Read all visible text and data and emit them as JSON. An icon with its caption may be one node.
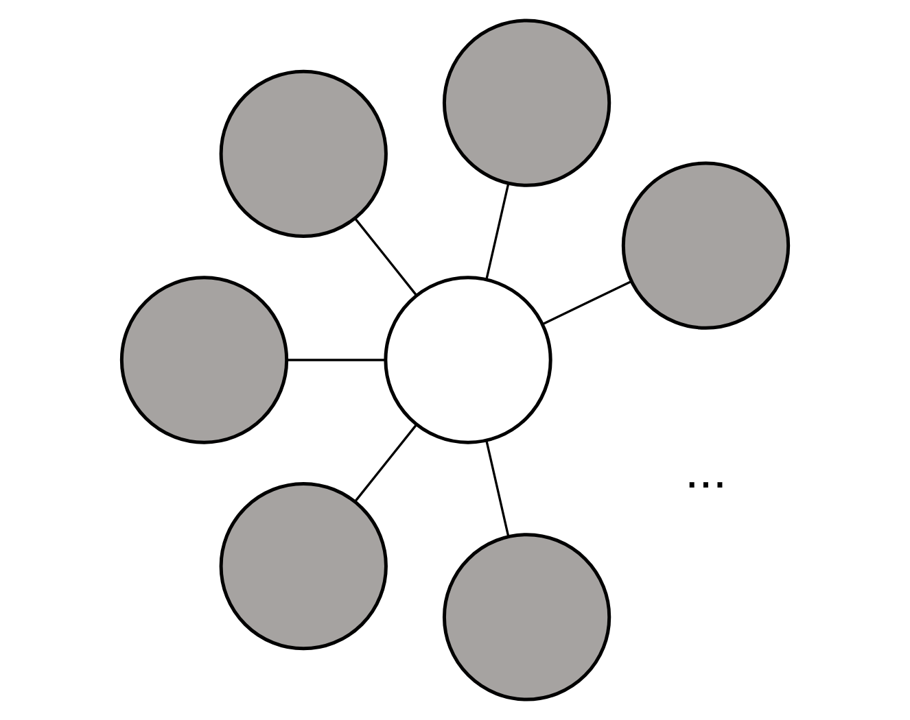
{
  "diagram": {
    "nodes": [
      {
        "text": [],
        "shape": "circle"
      },
      {
        "text": [],
        "shape": "circle"
      },
      {
        "text": [],
        "shape": "circle"
      },
      {
        "text": [],
        "shape": "circle"
      },
      {
        "text": [],
        "shape": "circle"
      },
      {
        "text": [],
        "shape": "circle"
      },
      {
        "text": [],
        "shape": "circle"
      }
    ],
    "edges": [
      {
        "from": 2,
        "to": 0,
        "arrow": "none"
      },
      {
        "from": 2,
        "to": 1,
        "arrow": "none"
      },
      {
        "from": 2,
        "to": 3,
        "arrow": "none"
      },
      {
        "from": 2,
        "to": 4,
        "arrow": "none"
      },
      {
        "from": 2,
        "to": 5,
        "arrow": "none"
      },
      {
        "from": 2,
        "to": 6,
        "arrow": "none"
      }
    ],
    "labels": [
      "..."
    ]
  }
}
